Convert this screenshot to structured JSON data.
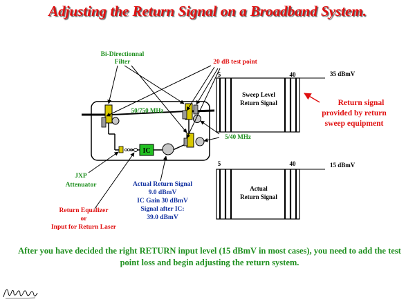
{
  "title": "Adjusting the Return Signal on a Broadband System.",
  "labels": {
    "bidir_line1": "Bi-Directionnal",
    "bidir_line2": "Filter",
    "test_point": "20 dB test point",
    "freq_high": "50/750 MHz",
    "freq_low": "5/40 MHz",
    "ic": "IC",
    "jxp_line1": "JXP",
    "jxp_line2": "Attenuator",
    "eq_line1": "Return Equalizer",
    "eq_line2": "or",
    "eq_line3": "Input for Return Laser",
    "actual_line1": "Actual Return Signal",
    "actual_line2": "9.0 dBmV",
    "actual_line3": "IC Gain 30 dBmV",
    "actual_line4": "Signal after IC:",
    "actual_line5": "39.0 dBmV"
  },
  "sweep_display": {
    "start": "5",
    "end": "40",
    "level": "35 dBmV",
    "label_line1": "Sweep Level",
    "label_line2": "Return Signal"
  },
  "actual_display": {
    "start": "5",
    "end": "40",
    "level": "15 dBmV",
    "label_line1": "Actual",
    "label_line2": "Return Signal"
  },
  "callout": {
    "line1": "Return signal",
    "line2": "provided by return",
    "line3": "sweep equipment"
  },
  "footer": "After you have decided the right RETURN input level (15 dBmV in most cases), you need to add the test point loss and begin adjusting the return system.",
  "colors": {
    "title": "#e01010",
    "red_text": "#e01010",
    "green_text": "#1e8f1e",
    "blue_text": "#1030a0",
    "ic_fill": "#22c022",
    "filter_fill": "#d8c800"
  }
}
